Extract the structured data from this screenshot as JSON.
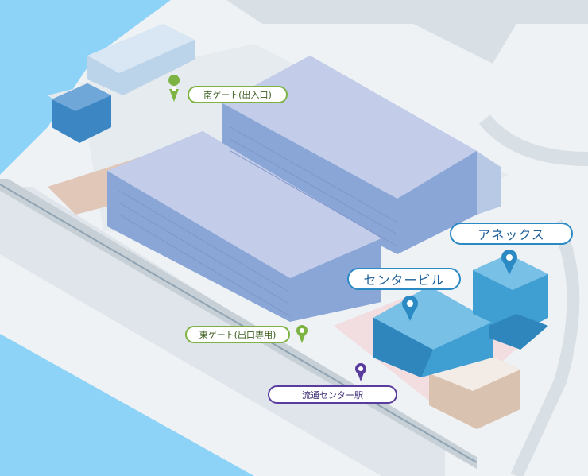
{
  "map": {
    "colors": {
      "water": "#8dd3f7",
      "road": "#d6dde2",
      "ground": "#f1f5f8",
      "building_main": "#a9c6e6",
      "building_dark": "#3b82bf",
      "highlight_building": "#3f9fd3",
      "gate_marker": "#7cb342",
      "station_marker": "#5a3c9e",
      "building_marker": "#2b8ac4"
    },
    "labels": {
      "south_gate": "南ゲート(出入口)",
      "east_gate": "東ゲート(出口専用)",
      "station": "流通センター駅",
      "center_building": "センタービル",
      "annex": "アネックス"
    },
    "icons": {
      "gate": "map-pin-icon",
      "station": "map-pin-icon",
      "building": "map-pin-icon"
    }
  }
}
